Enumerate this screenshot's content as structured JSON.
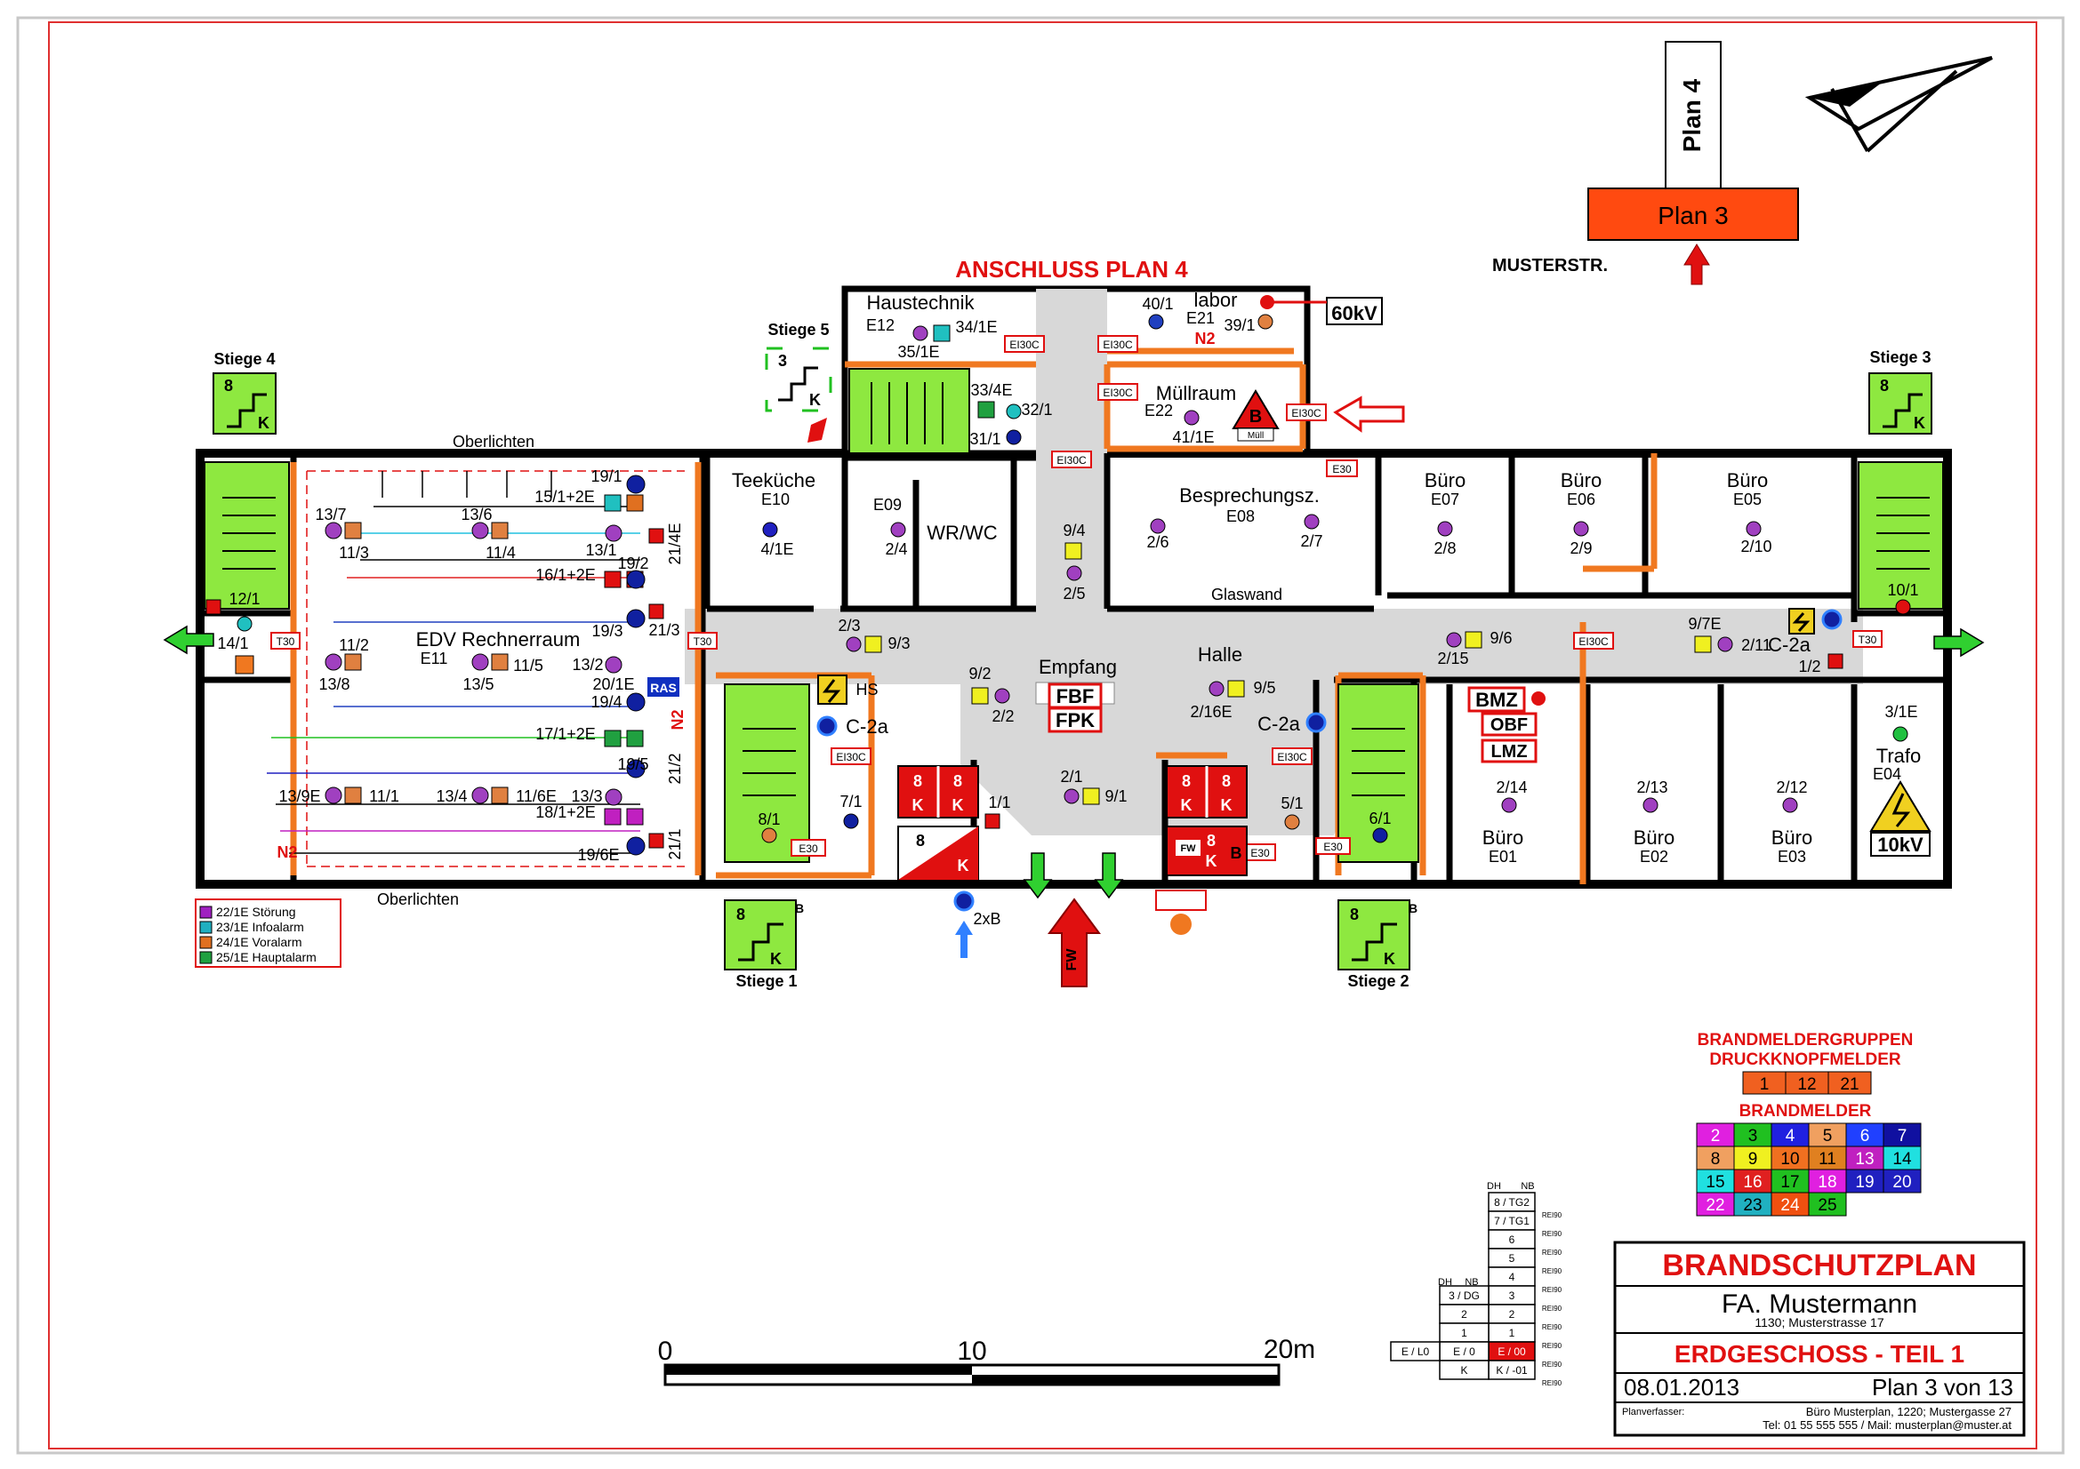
{
  "header": {
    "anschluss": "ANSCHLUSS PLAN 4",
    "plan4": "Plan 4",
    "plan3": "Plan 3",
    "street": "MUSTERSTR."
  },
  "stairs": {
    "stiege1": "Stiege 1",
    "stiege2": "Stiege 2",
    "stiege3": "Stiege 3",
    "stiege4": "Stiege 4",
    "stiege5": "Stiege 5",
    "num8": "8",
    "num3": "3",
    "k": "K",
    "b": "B"
  },
  "rooms": [
    {
      "name": "Haustechnik",
      "code": "E12"
    },
    {
      "name": "labor",
      "code": "E21"
    },
    {
      "name": "Müllraum",
      "code": "E22"
    },
    {
      "name": "Teeküche",
      "code": "E10"
    },
    {
      "name": "WR/WC",
      "code": "E09"
    },
    {
      "name": "Besprechungsz.",
      "code": "E08"
    },
    {
      "name": "Büro",
      "code": "E07"
    },
    {
      "name": "Büro",
      "code": "E06"
    },
    {
      "name": "Büro",
      "code": "E05"
    },
    {
      "name": "EDV Rechnerraum",
      "code": "E11"
    },
    {
      "name": "Empfang",
      "code": ""
    },
    {
      "name": "Halle",
      "code": ""
    },
    {
      "name": "Büro",
      "code": "E01"
    },
    {
      "name": "Büro",
      "code": "E02"
    },
    {
      "name": "Büro",
      "code": "E03"
    },
    {
      "name": "Trafo",
      "code": "E04"
    }
  ],
  "labels": {
    "oberlichten": "Oberlichten",
    "glaswand": "Glaswand",
    "kv60": "60kV",
    "kv10": "10kV",
    "hs": "HS",
    "c2a": "C-2a",
    "fbf": "FBF",
    "fpk": "FPK",
    "bmz": "BMZ",
    "obf": "OBF",
    "lmz": "LMZ",
    "ras": "RAS",
    "fw": "FW",
    "n2": "N2",
    "t30": "T30",
    "e30": "E30",
    "ei30c": "EI30C",
    "muell": "Müll",
    "dbl": "2xB"
  },
  "detectors": [
    "34/1E",
    "35/1E",
    "33/4E",
    "32/1",
    "31/1",
    "40/1",
    "39/1",
    "41/1E",
    "19/1",
    "15/1+2E",
    "13/7",
    "13/6",
    "11/3",
    "11/4",
    "13/1",
    "16/1+2E",
    "19/2",
    "21/4E",
    "21/3",
    "12/1",
    "14/1",
    "11/2",
    "13/8",
    "13/5",
    "11/5",
    "19/3",
    "13/2",
    "20/1E",
    "19/4",
    "17/1+2E",
    "19/5",
    "21/2",
    "13/9E",
    "11/1",
    "13/4",
    "11/6E",
    "13/3",
    "18/1+2E",
    "19/6E",
    "21/1",
    "4/1E",
    "2/4",
    "9/4",
    "2/5",
    "2/6",
    "2/7",
    "2/8",
    "2/9",
    "2/10",
    "2/3",
    "9/3",
    "9/2",
    "2/2",
    "2/16E",
    "9/5",
    "2/15",
    "9/6",
    "9/7E",
    "2/11",
    "1/2",
    "10/1",
    "8/1",
    "7/1",
    "1/1",
    "2/1",
    "9/1",
    "5/1",
    "6/1",
    "2/14",
    "2/13",
    "2/12",
    "3/1E"
  ],
  "legend": {
    "items": [
      {
        "label": "22/1E Störung",
        "color": "#a020c0"
      },
      {
        "label": "23/1E Infoalarm",
        "color": "#20b0c0"
      },
      {
        "label": "24/1E Voralarm",
        "color": "#e07020"
      },
      {
        "label": "25/1E Hauptalarm",
        "color": "#20a040"
      }
    ]
  },
  "groups": {
    "title1": "BRANDMELDERGRUPPEN",
    "title2": "DRUCKKNOPFMELDER",
    "push": [
      "1",
      "12",
      "21"
    ],
    "title3": "BRANDMELDER",
    "cells": [
      {
        "n": "2",
        "c": "#e020e0"
      },
      {
        "n": "3",
        "c": "#20c020"
      },
      {
        "n": "4",
        "c": "#2020e0"
      },
      {
        "n": "5",
        "c": "#f0a060"
      },
      {
        "n": "6",
        "c": "#2040ff"
      },
      {
        "n": "7",
        "c": "#1010a0"
      },
      {
        "n": "8",
        "c": "#f0a060"
      },
      {
        "n": "9",
        "c": "#f0f020"
      },
      {
        "n": "10",
        "c": "#f07020"
      },
      {
        "n": "11",
        "c": "#e08020"
      },
      {
        "n": "13",
        "c": "#c020c0"
      },
      {
        "n": "14",
        "c": "#20e0e0"
      },
      {
        "n": "15",
        "c": "#20e0e0"
      },
      {
        "n": "16",
        "c": "#e02020"
      },
      {
        "n": "17",
        "c": "#20c020"
      },
      {
        "n": "18",
        "c": "#e020e0"
      },
      {
        "n": "19",
        "c": "#2020c0"
      },
      {
        "n": "20",
        "c": "#2020c0"
      },
      {
        "n": "22",
        "c": "#e020e0"
      },
      {
        "n": "23",
        "c": "#20b0c0"
      },
      {
        "n": "24",
        "c": "#f05010"
      },
      {
        "n": "25",
        "c": "#20c020"
      }
    ]
  },
  "scale": {
    "s0": "0",
    "s10": "10",
    "s20": "20m"
  },
  "floors": {
    "dh": "DH",
    "nb": "NB",
    "right": [
      "8 / TG2",
      "7 / TG1",
      "6",
      "5",
      "4",
      "3",
      "2",
      "1",
      "E / 00",
      "K / -01"
    ],
    "middle": [
      "3 / DG",
      "2",
      "1",
      "E / 0",
      "K"
    ],
    "left": "E / L0",
    "rei": "REI90"
  },
  "title": {
    "main": "BRANDSCHUTZPLAN",
    "company": "FA. Mustermann",
    "address": "1130; Musterstrasse 17",
    "floor": "ERDGESCHOSS - TEIL 1",
    "date": "08.01.2013",
    "plan": "Plan 3 von 13",
    "verf": "Planverfasser:",
    "office": "Büro Musterplan, 1220; Mustergasse 27",
    "contact": "Tel: 01 55 555 555 / Mail: musterplan@muster.at"
  },
  "colors": {
    "wall": "#000000",
    "orange": "#f07820",
    "red": "#e01010",
    "green": "#8ee840",
    "hall": "#d8d8d8",
    "frame": "#e03030"
  }
}
